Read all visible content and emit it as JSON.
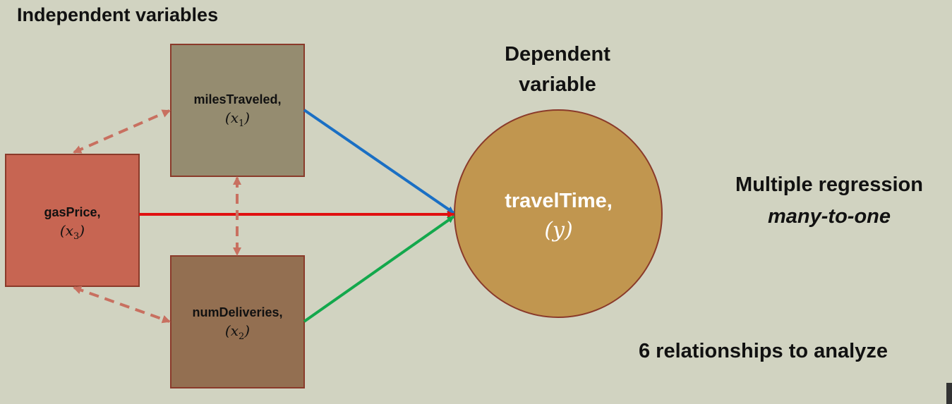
{
  "headings": {
    "independent": "Independent variables",
    "dependent": "Dependent variable",
    "method": "Multiple regression",
    "method_sub": "many-to-one",
    "relationships": "6 relationships to analyze"
  },
  "nodes": {
    "miles": {
      "name": "milesTraveled,",
      "var": "(x",
      "sub": "1",
      "close": ")"
    },
    "gas": {
      "name": "gasPrice,",
      "var": "(x",
      "sub": "3",
      "close": ")"
    },
    "deliveries": {
      "name": "numDeliveries,",
      "var": "(x",
      "sub": "2",
      "close": ")"
    },
    "travel": {
      "name": "travelTime,",
      "var": "(y)"
    }
  },
  "colors": {
    "background": "#d1d3c1",
    "miles_box": "#958c70",
    "gas_box": "#c76552",
    "deliveries_box": "#936f51",
    "travel_circle": "#c1964f",
    "arrow_miles": "#1a6fc4",
    "arrow_gas": "#e01010",
    "arrow_deliveries": "#13a84c",
    "dashed": "#c87060"
  }
}
